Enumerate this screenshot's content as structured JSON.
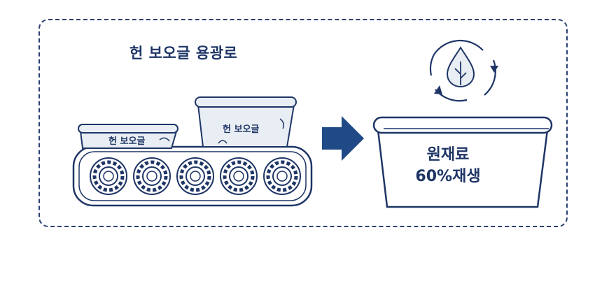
{
  "title": "헌 보오글 용광로",
  "container_small_label": "헌 보오글",
  "container_tall_label": "헌 보오글",
  "result": {
    "line1": "원재료",
    "line2": "60%재생"
  },
  "colors": {
    "navy": "#1e3566",
    "arrow": "#1f4a86",
    "fill_light": "#e9eef4",
    "outline": "#2b3f72"
  },
  "icons": {
    "recycle": "recycle-water-drop-icon",
    "arrow": "right-arrow-icon"
  }
}
